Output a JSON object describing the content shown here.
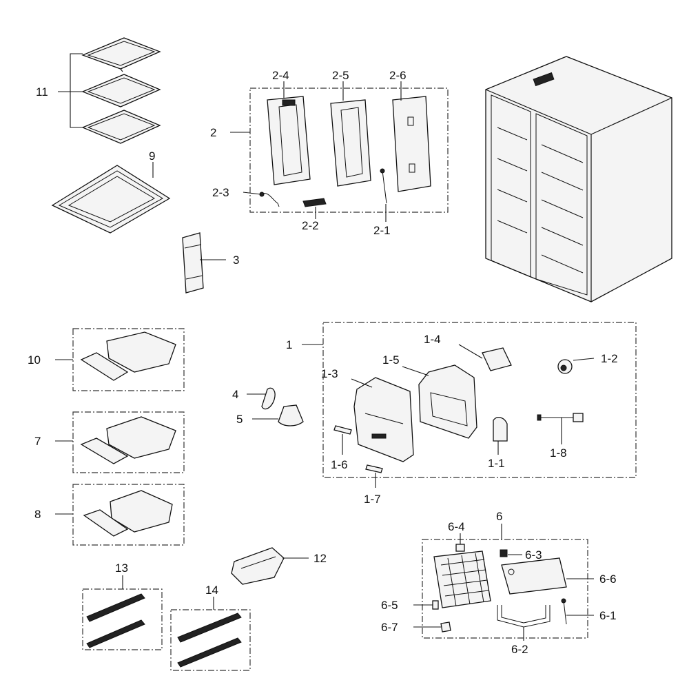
{
  "labels": {
    "p11": "11",
    "p9": "9",
    "p3": "3",
    "p2": "2",
    "p2_1": "2-1",
    "p2_2": "2-2",
    "p2_3": "2-3",
    "p2_4": "2-4",
    "p2_5": "2-5",
    "p2_6": "2-6",
    "p10": "10",
    "p7": "7",
    "p8": "8",
    "p4": "4",
    "p5": "5",
    "p1": "1",
    "p1_1": "1-1",
    "p1_2": "1-2",
    "p1_3": "1-3",
    "p1_4": "1-4",
    "p1_5": "1-5",
    "p1_6": "1-6",
    "p1_7": "1-7",
    "p1_8": "1-8",
    "p12": "12",
    "p13": "13",
    "p14": "14",
    "p6": "6",
    "p6_1": "6-1",
    "p6_2": "6-2",
    "p6_3": "6-3",
    "p6_4": "6-4",
    "p6_5": "6-5",
    "p6_6": "6-6",
    "p6_7": "6-7"
  }
}
